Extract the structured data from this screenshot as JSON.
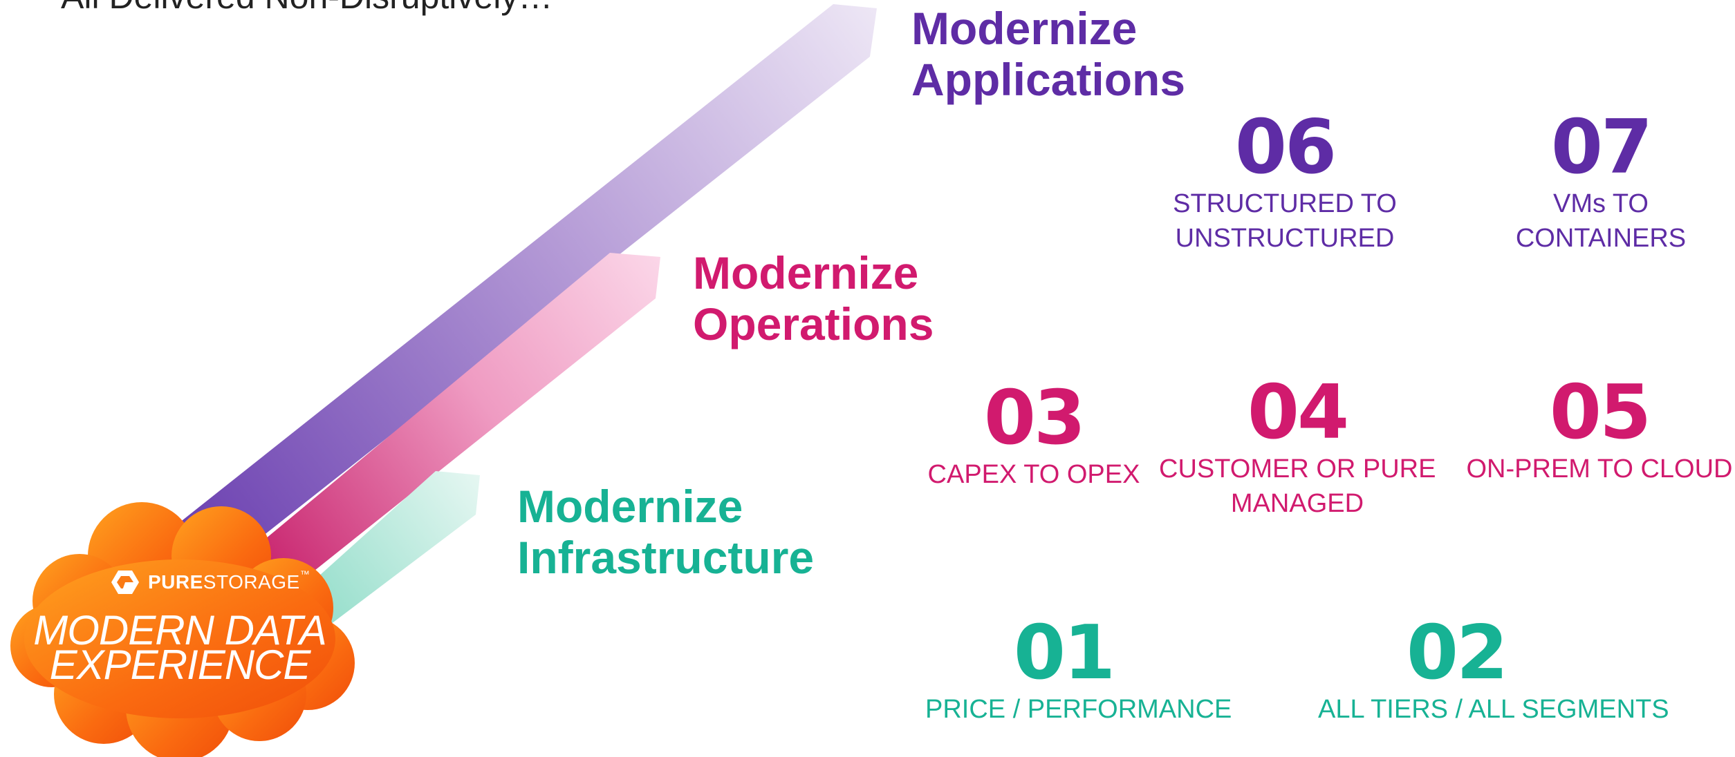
{
  "tagline": "All Delivered Non-Disruptively…",
  "tiers": [
    {
      "line1": "Modernize",
      "line2": "Applications",
      "color": "#5e2ca5"
    },
    {
      "line1": "Modernize",
      "line2": "Operations",
      "color": "#d11a6e"
    },
    {
      "line1": "Modernize",
      "line2": "Infrastructure",
      "color": "#17b294"
    }
  ],
  "stats": [
    {
      "num": "01",
      "lines": [
        "PRICE / PERFORMANCE"
      ]
    },
    {
      "num": "02",
      "lines": [
        "ALL TIERS / ALL SEGMENTS"
      ]
    },
    {
      "num": "03",
      "lines": [
        "CAPEX TO OPEX"
      ]
    },
    {
      "num": "04",
      "lines": [
        "CUSTOMER OR PURE",
        "MANAGED"
      ]
    },
    {
      "num": "05",
      "lines": [
        "ON-PREM TO CLOUD"
      ]
    },
    {
      "num": "06",
      "lines": [
        "STRUCTURED TO",
        "UNSTRUCTURED"
      ]
    },
    {
      "num": "07",
      "lines": [
        "VMs TO",
        "CONTAINERS"
      ]
    }
  ],
  "logo": {
    "brand_strong": "PURE",
    "brand_light": "STORAGE",
    "trademark": "™",
    "title_line1": "MODERN DATA",
    "title_line2": "EXPERIENCE",
    "cloud_color": "#fa6a10"
  }
}
